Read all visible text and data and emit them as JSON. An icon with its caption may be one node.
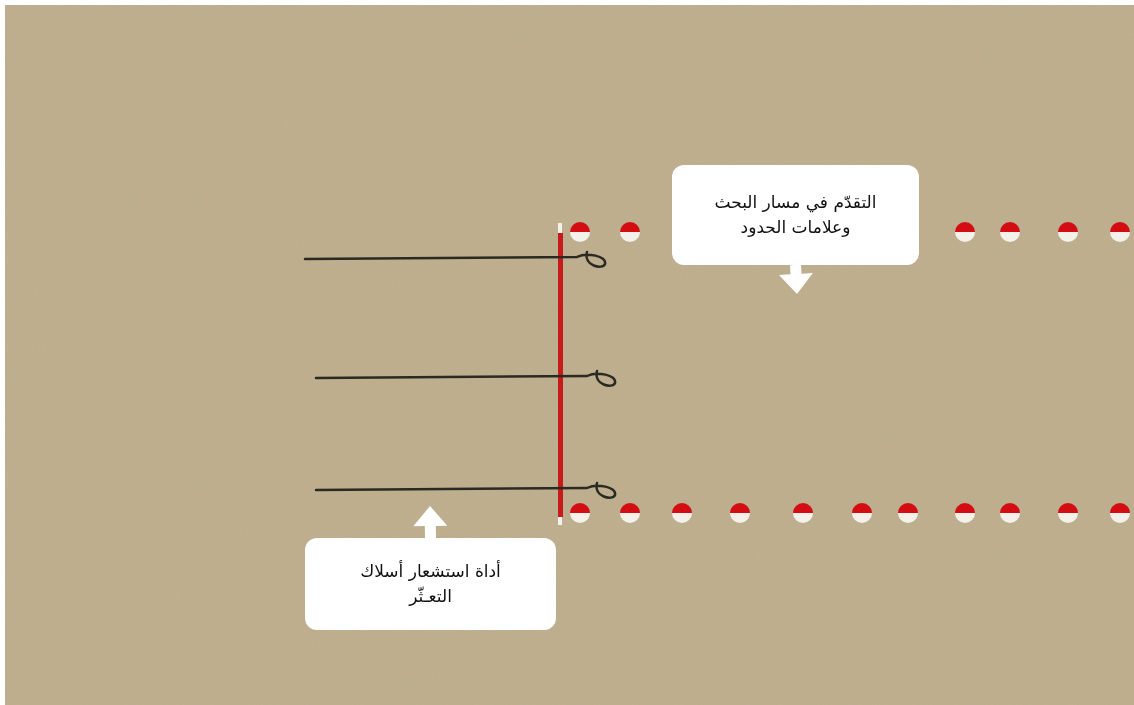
{
  "diagram": {
    "nodes": [
      {
        "text": [
          "التقدّم في مسار البحث وعلامات الحدود"
        ]
      },
      {
        "text": [
          "أداة استشعار  أسلاك التعـثّر"
        ]
      }
    ],
    "edges": [
      {
        "from": 0,
        "to": null,
        "arrow": "to",
        "style": "thick"
      },
      {
        "from": 1,
        "to": null,
        "arrow": "to",
        "style": "thick"
      }
    ]
  }
}
